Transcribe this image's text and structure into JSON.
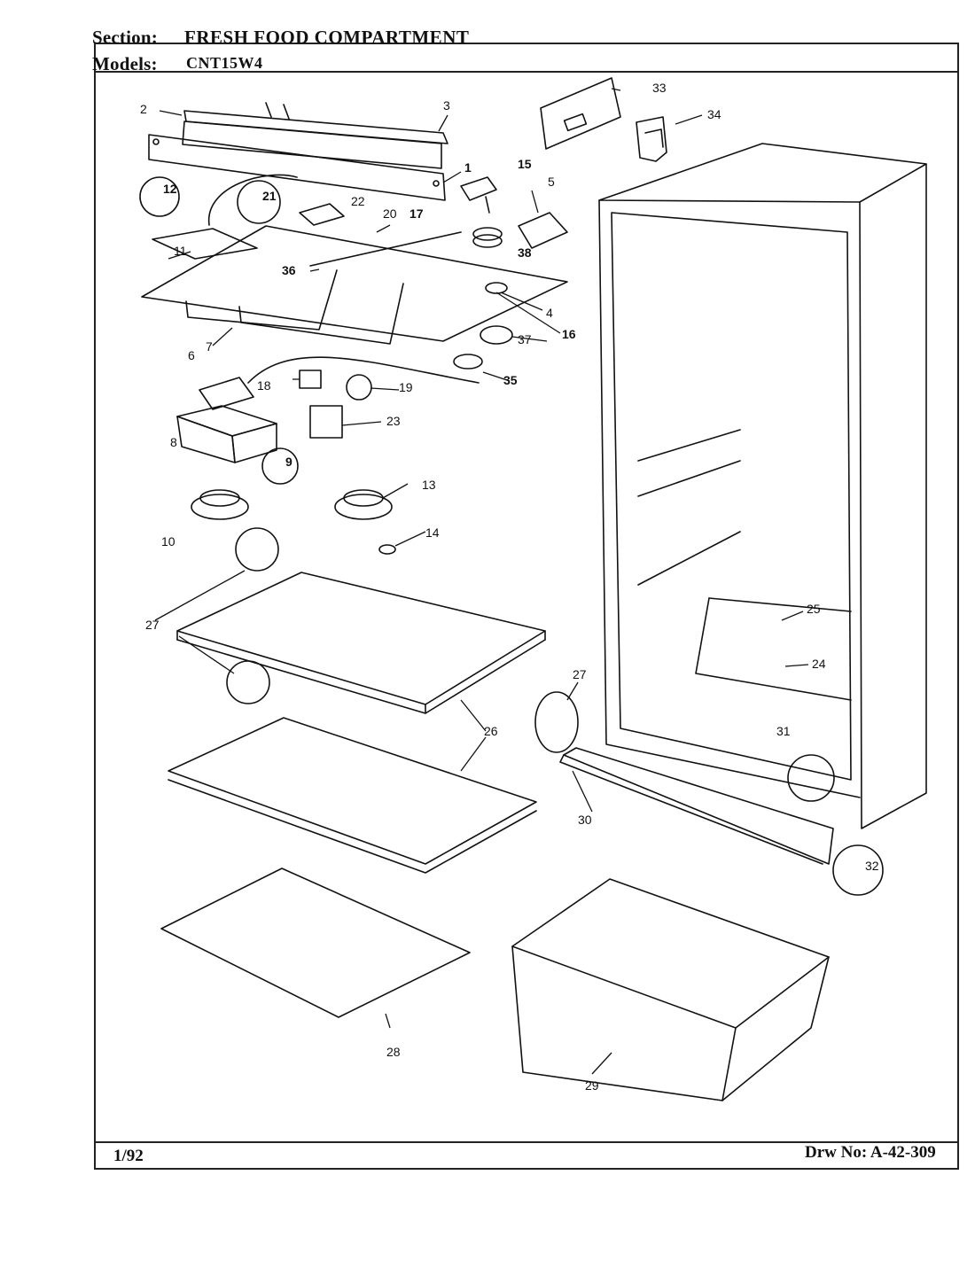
{
  "header": {
    "section_label": "Section:",
    "section_value": "FRESH FOOD COMPARTMENT",
    "models_label": "Models:",
    "models_value": "CNT15W4"
  },
  "footer": {
    "date": "1/92",
    "drawing_number": "Drw No: A-42-309"
  },
  "callouts": [
    "1",
    "2",
    "3",
    "4",
    "5",
    "6",
    "7",
    "8",
    "9",
    "10",
    "11",
    "12",
    "13",
    "14",
    "15",
    "16",
    "17",
    "18",
    "19",
    "20",
    "21",
    "22",
    "23",
    "24",
    "25",
    "26",
    "27",
    "28",
    "29",
    "30",
    "31",
    "32",
    "33",
    "34",
    "35",
    "36",
    "37",
    "38"
  ],
  "colors": {
    "line": "#111111",
    "background": "#ffffff"
  }
}
